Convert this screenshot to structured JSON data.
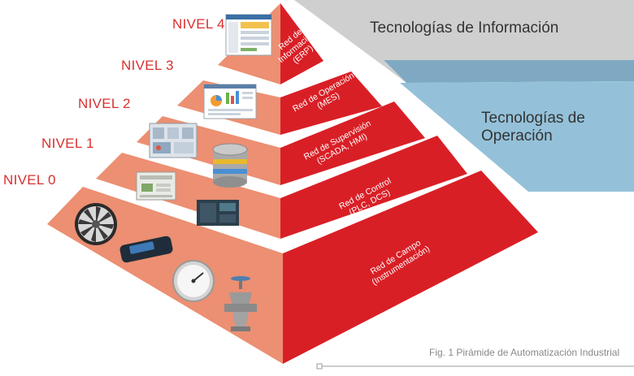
{
  "band_top": {
    "label": "Tecnologías de Información"
  },
  "band_bottom": {
    "label": "Tecnologías de Operación"
  },
  "levels": [
    {
      "nivel": "NIVEL 4",
      "line1": "Red de",
      "line2": "Información",
      "line3": "(ERP)"
    },
    {
      "nivel": "NIVEL 3",
      "line1": "Red de Operación",
      "line2": "(MES)"
    },
    {
      "nivel": "NIVEL 2",
      "line1": "Red de Supervisión",
      "line2": "(SCADA, HMI)"
    },
    {
      "nivel": "NIVEL 1",
      "line1": "Red de Control",
      "line2": "(PLC, DCS)"
    },
    {
      "nivel": "NIVEL 0",
      "line1": "Red de Campo",
      "line2": "(Instrumentación)"
    }
  ],
  "caption": "Fig. 1 Pirámide de Automatización Industrial",
  "colors": {
    "red": "#d91f26",
    "salmon": "#ec8f72",
    "grey_band": "#cfcfcf",
    "blue_band": "#8fbdd6",
    "nivel_text": "#d8302f"
  }
}
